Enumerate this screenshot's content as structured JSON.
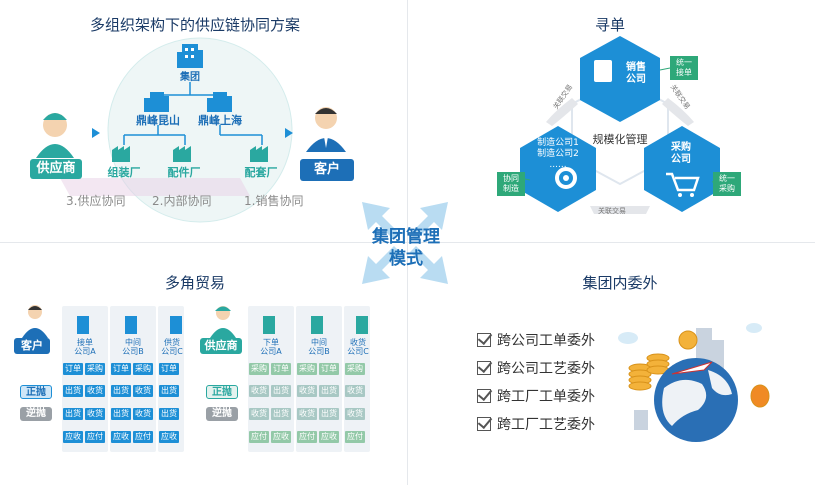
{
  "q1": {
    "title": "多组织架构下的供应链协同方案",
    "group": "集团",
    "sub_kunshan": "鼎峰昆山",
    "sub_shanghai": "鼎峰上海",
    "supplier": "供应商",
    "customer": "客户",
    "plant_assembly": "组装厂",
    "plant_parts": "配件厂",
    "plant_support": "配套厂",
    "flow1": "3.供应协同",
    "flow2": "2.内部协同",
    "flow3": "1.销售协同"
  },
  "q2": {
    "title": "寻单",
    "center": "规模化管理",
    "sales": "销售\n公司",
    "purchase": "采购\n公司",
    "mfg": "制造公司1\n制造公司2\n......",
    "tag_order": "统一\n接单",
    "tag_purchase": "统一\n采购",
    "tag_mfg": "协同\n制造",
    "arc_left": "关联交易",
    "arc_right": "关联交易",
    "arc_bottom": "关联交易"
  },
  "center": {
    "line1": "集团管理",
    "line2": "模式"
  },
  "q3": {
    "title": "多角贸易",
    "customer": "客户",
    "supplier": "供应商",
    "forward": "正抛",
    "reverse": "逆抛",
    "left_cols": [
      "接单\n公司A",
      "中间\n公司B",
      "供货\n公司C"
    ],
    "right_cols": [
      "下单\n公司A",
      "中间\n公司B",
      "收货\n公司C"
    ],
    "left_rows": [
      [
        "订单",
        "采购",
        "订单",
        "采购",
        "订单"
      ],
      [
        "出货",
        "收货",
        "出货",
        "收货",
        "出货"
      ],
      [
        "出货",
        "收货",
        "出货",
        "收货",
        "出货"
      ],
      [
        "应收",
        "应付",
        "应收",
        "应付",
        "应收"
      ]
    ],
    "right_rows": [
      [
        "采购",
        "订单",
        "采购",
        "订单",
        "采购"
      ],
      [
        "收货",
        "出货",
        "收货",
        "出货",
        "收货"
      ],
      [
        "收货",
        "出货",
        "收货",
        "出货",
        "收货"
      ],
      [
        "应付",
        "应收",
        "应付",
        "应收",
        "应付"
      ]
    ]
  },
  "q4": {
    "title": "集团内委外",
    "items": [
      "跨公司工单委外",
      "跨公司工艺委外",
      "跨工厂工单委外",
      "跨工厂工艺委外"
    ]
  },
  "colors": {
    "blue": "#1d8fd6",
    "dark_blue": "#1d6fb7",
    "teal": "#2ea879",
    "gray": "#8a8a8a"
  }
}
